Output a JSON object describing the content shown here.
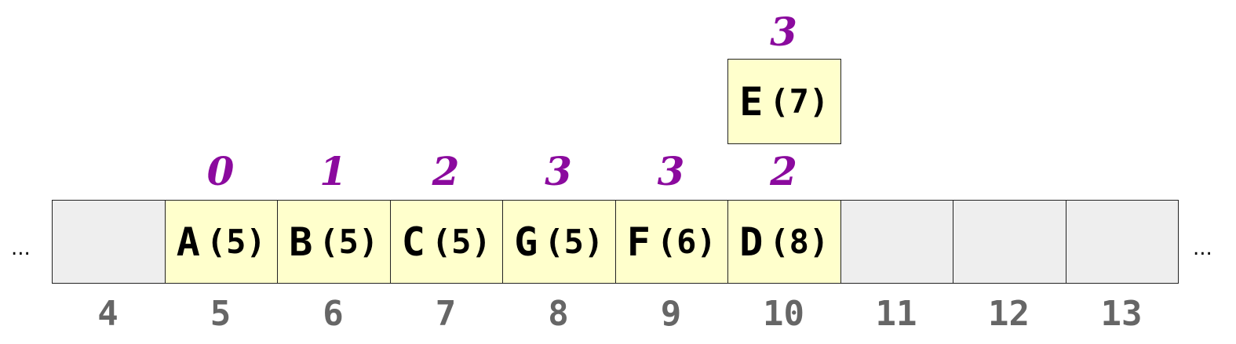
{
  "ellipsis_left": "...",
  "ellipsis_right": "...",
  "table": {
    "slots": [
      {
        "index": "4",
        "key": "",
        "hash": "",
        "dist": ""
      },
      {
        "index": "5",
        "key": "A",
        "hash": "(5)",
        "dist": "0"
      },
      {
        "index": "6",
        "key": "B",
        "hash": "(5)",
        "dist": "1"
      },
      {
        "index": "7",
        "key": "C",
        "hash": "(5)",
        "dist": "2"
      },
      {
        "index": "8",
        "key": "G",
        "hash": "(5)",
        "dist": "3"
      },
      {
        "index": "9",
        "key": "F",
        "hash": "(6)",
        "dist": "3"
      },
      {
        "index": "10",
        "key": "D",
        "hash": "(8)",
        "dist": "2"
      },
      {
        "index": "11",
        "key": "",
        "hash": "",
        "dist": ""
      },
      {
        "index": "12",
        "key": "",
        "hash": "",
        "dist": ""
      },
      {
        "index": "13",
        "key": "",
        "hash": "",
        "dist": ""
      }
    ]
  },
  "incoming": {
    "key": "E",
    "hash": "(7)",
    "dist": "3",
    "above_index": "10"
  },
  "colors": {
    "empty_cell": "#eeeeee",
    "filled_cell": "#ffffcc",
    "distance_text": "#8b0a9e",
    "index_text": "#666666"
  }
}
